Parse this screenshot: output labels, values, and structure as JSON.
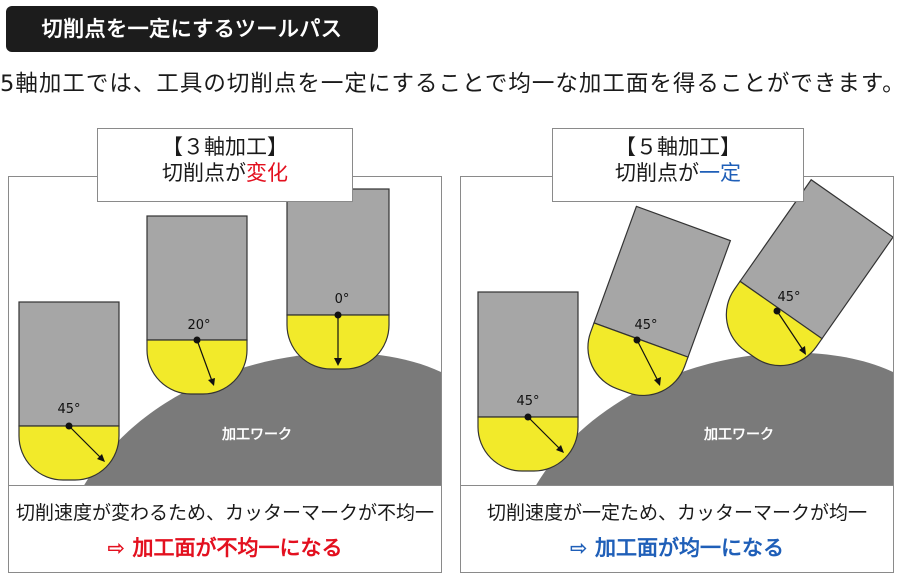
{
  "header": {
    "title": "切削点を一定にするツールパス",
    "description": "5軸加工では、工具の切削点を一定にすることで均一な加工面を得ることができます。"
  },
  "panels": [
    {
      "heading": "【３軸加工】",
      "state_prefix": "切削点が",
      "state_value": "変化",
      "state_color": "#e3101f",
      "work_label": "加工ワーク",
      "angles": [
        "45°",
        "20°",
        "0°"
      ],
      "caption": "切削速度が変わるため、カッターマークが不均一",
      "result_arrow": "⇨",
      "result": "加工面が不均一になる",
      "result_color": "#e3101f"
    },
    {
      "heading": "【５軸加工】",
      "state_prefix": "切削点が",
      "state_value": "一定",
      "state_color": "#1f5fb8",
      "work_label": "加工ワーク",
      "angles": [
        "45°",
        "45°",
        "45°"
      ],
      "caption": "切削速度が一定ため、カッターマークが均一",
      "result_arrow": "⇨",
      "result": "加工面が均一になる",
      "result_color": "#1f5fb8"
    }
  ],
  "colors": {
    "tool_body": "#a6a6a6",
    "tool_tip": "#f2ea2a",
    "workpiece": "#7a7a7a"
  }
}
